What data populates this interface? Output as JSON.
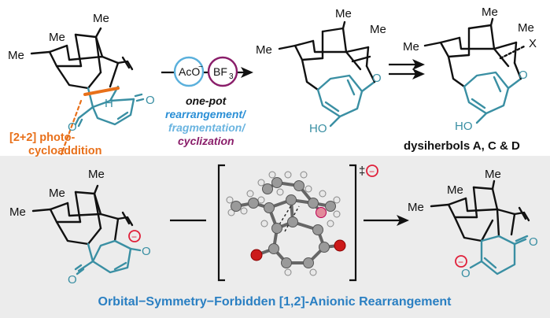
{
  "colors": {
    "black": "#111111",
    "teal": "#3a8fa3",
    "orange": "#e8701a",
    "light_blue": "#5ab0dc",
    "purple": "#8a1e6a",
    "red": "#e0203a",
    "panel_bg": "#ececec",
    "atom_oxygen": "#cc1a1a",
    "atom_carbon": "#9a9a9a",
    "atom_hydrogen": "#e8e8e8"
  },
  "top": {
    "start": {
      "me_top": "Me",
      "me_mid": "Me",
      "me_left": "Me",
      "h_label": "H",
      "o_label": "O"
    },
    "reagents": {
      "acetate": "AcO",
      "acetate_charge": "−",
      "bf3": "BF",
      "bf3_sub": "3"
    },
    "conditions": {
      "line1": "one-pot",
      "line2": "rearrangement/",
      "line3": "fragmentation/",
      "line4": "cyclization"
    },
    "annotation": {
      "line1": "[2+2] photo-",
      "line2": "cycloaddition"
    },
    "product": {
      "me_top": "Me",
      "me_right": "Me",
      "me_left": "Me",
      "o_label": "O",
      "ho_label": "HO"
    },
    "target": {
      "me_top": "Me",
      "me_mid": "Me",
      "me_left": "Me",
      "x_label": "X",
      "o_label": "O",
      "ho_label": "HO",
      "name": "dysiherbols A, C & D"
    }
  },
  "bottom": {
    "left": {
      "me_top": "Me",
      "me_mid": "Me",
      "me_left": "Me",
      "o_anion": "O",
      "o_ketone": "O",
      "charge": "−"
    },
    "ts": {
      "mark": "‡",
      "charge": "−"
    },
    "right": {
      "me_top": "Me",
      "me_mid": "Me",
      "me_left": "Me",
      "o_ketone": "O",
      "o_anion": "O",
      "charge": "−"
    },
    "title": "Orbital−Symmetry−Forbidden [1,2]-Anionic Rearrangement"
  }
}
